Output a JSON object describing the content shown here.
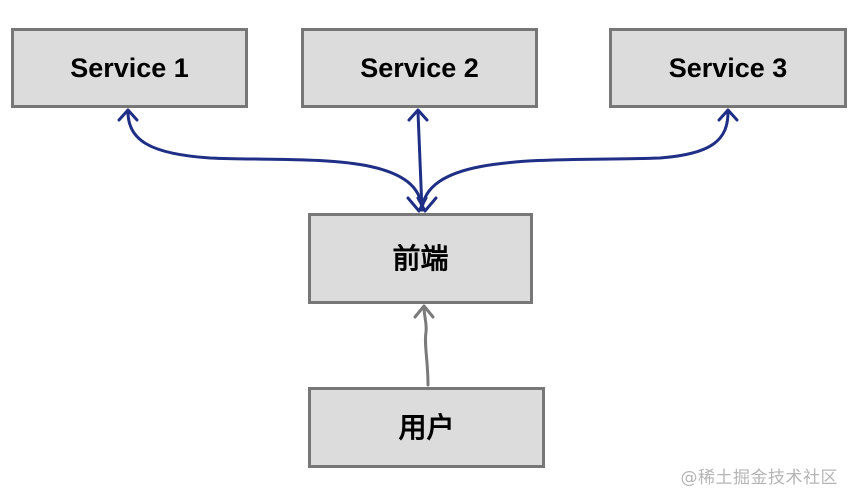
{
  "nodes": {
    "service1": "Service 1",
    "service2": "Service 2",
    "service3": "Service 3",
    "frontend": "前端",
    "user": "用户"
  },
  "watermark": "@稀土掘金技术社区",
  "colors": {
    "node_fill": "#dcdcdc",
    "node_border": "#777777",
    "arrow_blue": "#1f2f86",
    "arrow_gray": "#7a7a7a"
  }
}
